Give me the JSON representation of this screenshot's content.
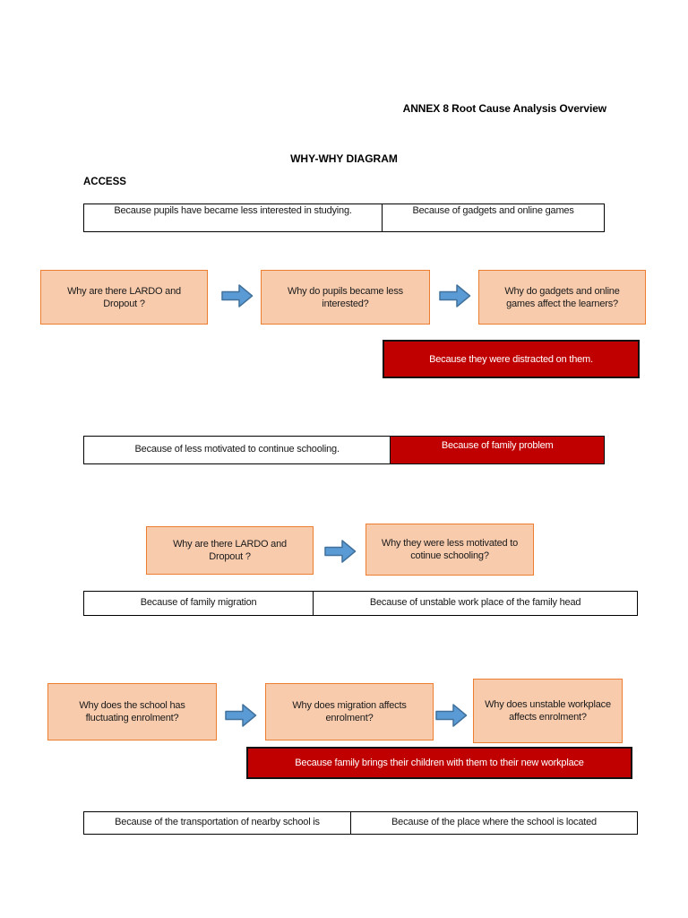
{
  "header": {
    "annex_title": "ANNEX 8 Root Cause Analysis Overview",
    "diagram_title": "WHY-WHY DIAGRAM",
    "section_label": "ACCESS"
  },
  "colors": {
    "page_background": "#FFFFFF",
    "text_color": "#161616",
    "box_fill": "#F8CBAD",
    "box_border": "#ED7D31",
    "arrow_fill": "#5B9BD5",
    "arrow_border": "#41719C",
    "red_fill": "#C00000",
    "red_border": "#121212"
  },
  "table1": {
    "left_cell": "Because pupils have became less interested in studying.",
    "right_cell": "Because of gadgets and online games"
  },
  "why_row1": {
    "box1": "Why are there LARDO and Dropout ?",
    "box2": "Why do pupils became less interested?",
    "box3": "Why do gadgets and online games affect the learners?"
  },
  "answer1": "Because they were distracted on them.",
  "table2": {
    "left_cell": "Because of less motivated to continue schooling.",
    "right_cell": "Because of family problem"
  },
  "why_row2": {
    "box1": "Why are there LARDO and Dropout ?",
    "box2": "Why they were less motivated to cotinue schooling?"
  },
  "table3": {
    "left_cell": "Because of family migration",
    "right_cell": "Because of unstable work place of the family head"
  },
  "why_row3": {
    "box1": "Why does the school has fluctuating enrolment?",
    "box2": "Why does migration affects enrolment?",
    "box3": "Why does unstable workplace affects enrolment?"
  },
  "answer3": "Because family brings their children with them to their new workplace",
  "table4": {
    "left_cell": "Because of the transportation of nearby school is",
    "right_cell": "Because of the place where the school is located"
  }
}
